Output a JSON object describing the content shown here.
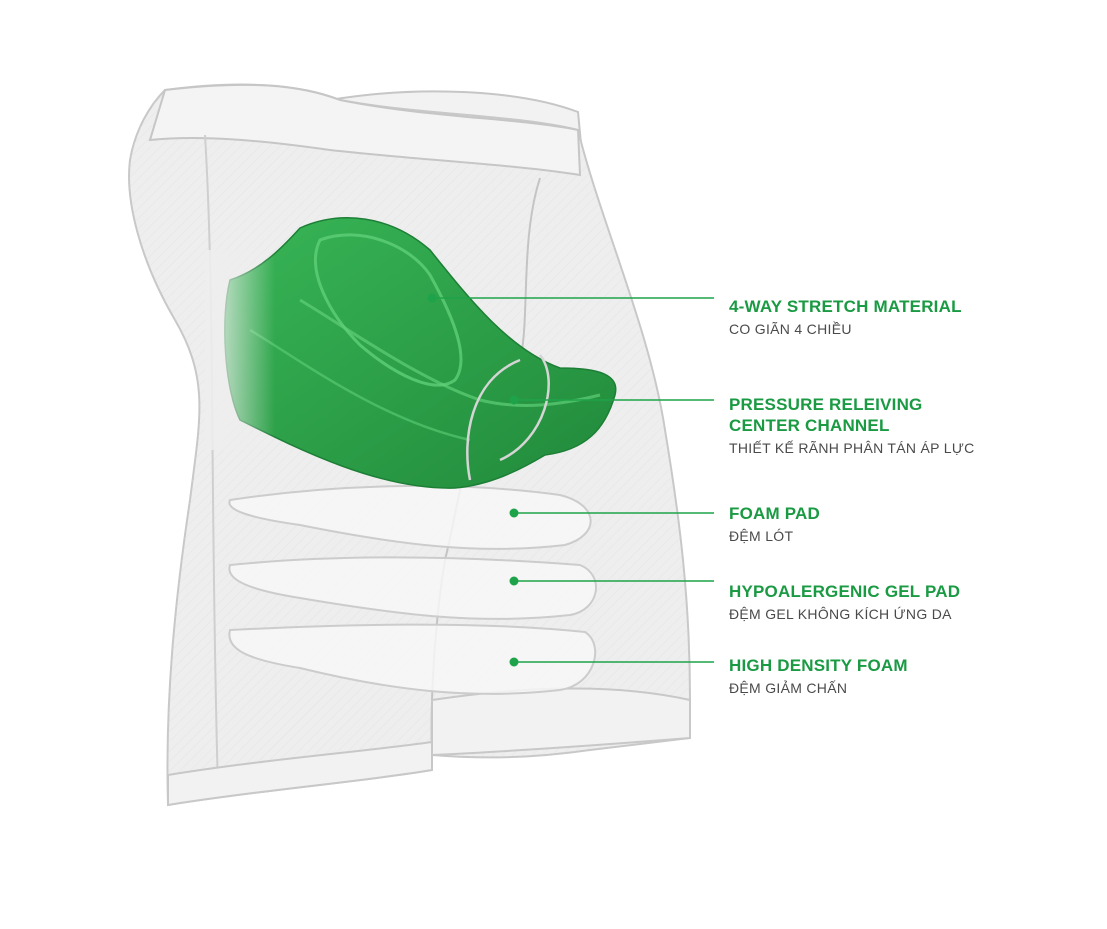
{
  "colors": {
    "accent": "#1fa34a",
    "pad_green": "#2f9e49",
    "shorts_fill": "#eeeeee",
    "outline": "#c6c6c6",
    "background": "#ffffff"
  },
  "callouts": [
    {
      "title": "4-WAY STRETCH MATERIAL",
      "subtitle": "CO GIÃN 4 CHIỀU"
    },
    {
      "title": "PRESSURE RELEIVING\nCENTER CHANNEL",
      "subtitle": "THIẾT KẾ RÃNH PHÂN TÁN ÁP LỰC"
    },
    {
      "title": "FOAM PAD",
      "subtitle": "ĐỆM LÓT"
    },
    {
      "title": "HYPOALERGENIC GEL PAD",
      "subtitle": "ĐỆM GEL KHÔNG KÍCH ỨNG DA"
    },
    {
      "title": "HIGH DENSITY FOAM",
      "subtitle": "ĐỆM GIẢM CHẤN"
    }
  ]
}
